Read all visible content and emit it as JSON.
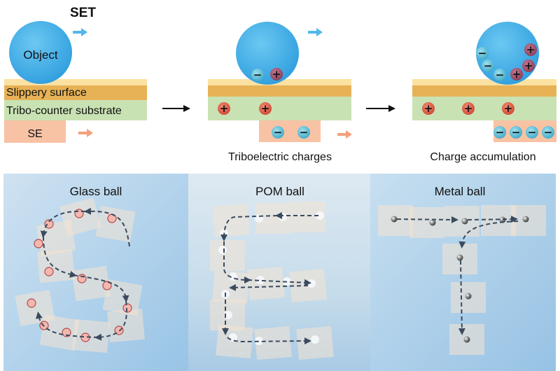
{
  "title": "SET",
  "schematic": {
    "object_label": "Object",
    "layer_labels": {
      "slippery": "Slippery surface",
      "substrate": "Tribo-counter substrate",
      "electrode": "SE"
    },
    "step2_caption": "Triboelectric charges",
    "step3_caption": "Charge accumulation",
    "plus": "+",
    "minus": "−"
  },
  "photos": [
    {
      "label": "Glass ball"
    },
    {
      "label": "POM ball"
    },
    {
      "label": "Metal ball"
    }
  ],
  "colors": {
    "object": "#4db3e8",
    "slippery_light": "#fbe2a2",
    "slippery": "#e7b256",
    "substrate": "#c9e2b3",
    "electrode": "#f8c2a4",
    "positive": "#e05a45",
    "positive_object": "#a0506e",
    "negative": "#5fbfd6",
    "arrow_blue": "#52b8e8",
    "arrow_orange": "#f4a07c"
  }
}
